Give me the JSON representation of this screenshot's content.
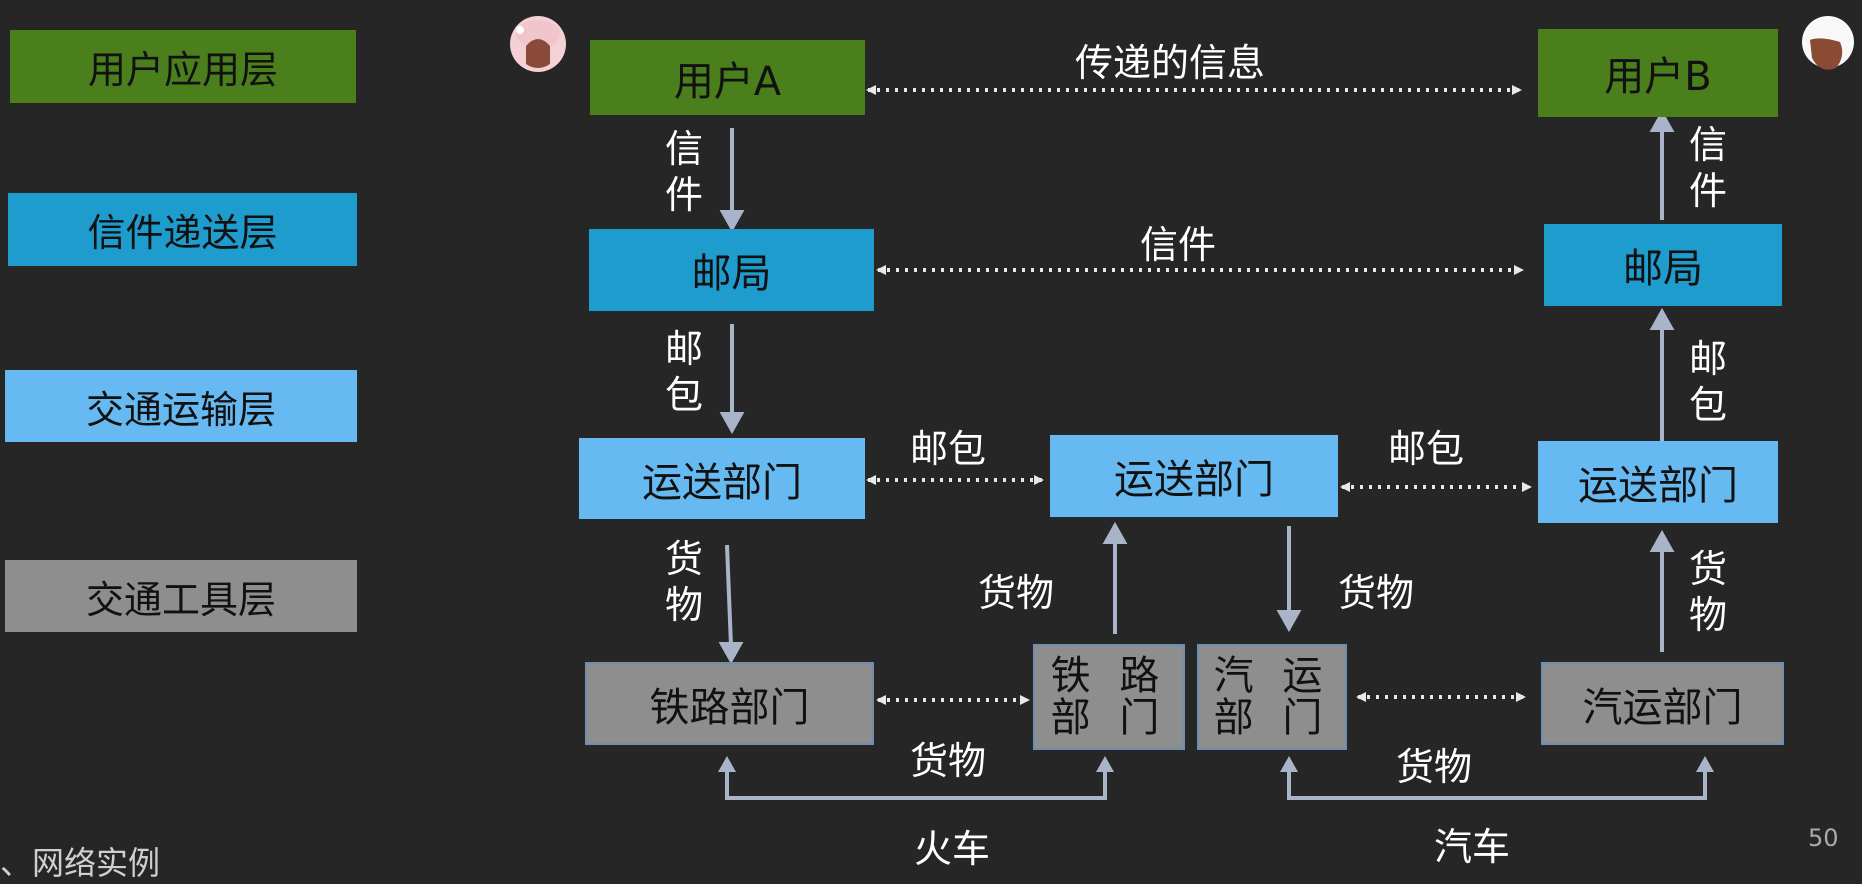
{
  "layers": {
    "app": "用户应用层",
    "mail": "信件递送层",
    "transport": "交通运输层",
    "vehicle": "交通工具层"
  },
  "nodes": {
    "user_a": "用户A",
    "user_b": "用户B",
    "post_left": "邮局",
    "post_right": "邮局",
    "dept_left": "运送部门",
    "dept_mid": "运送部门",
    "dept_right": "运送部门",
    "rail_left": "铁路部门",
    "rail_mid": "铁 路部 门",
    "bus_mid": "汽 运部 门",
    "bus_right": "汽运部门"
  },
  "edge_labels": {
    "info": "传递的信息",
    "letter_top": "信件",
    "letter_down": "信件",
    "letter_up": "信件",
    "bag_down": "邮包",
    "bag_up": "邮包",
    "bag_left": "邮包",
    "bag_right": "邮包",
    "goods_down_left": "货物",
    "goods_up_mid": "货物",
    "goods_down_mid": "货物",
    "goods_up_right": "货物",
    "goods_rail": "货物",
    "goods_bus": "货物",
    "train": "火车",
    "car": "汽车"
  },
  "avatars": {
    "left": "woman-avatar-icon",
    "right": "man-avatar-icon"
  },
  "colors": {
    "app": "#4a7f1c",
    "mail": "#1d9ccd",
    "transport": "#67b9f2",
    "vehicle": "#8e8e8e",
    "arrow": "#aab4c8",
    "background": "#262626"
  },
  "page_number": "50",
  "footer": "、网络实例"
}
